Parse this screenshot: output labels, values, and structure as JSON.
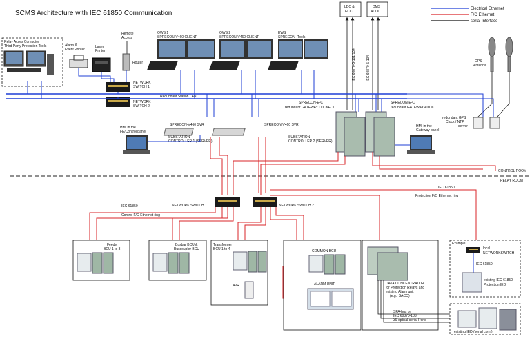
{
  "title": "SCMS Architecture with IEC 61850 Communication",
  "legend": {
    "electrical": "Electrical Ethernet",
    "fo": "F/O Ethernet",
    "serial": "serial Interface"
  },
  "colors": {
    "electrical": "#1f3fd6",
    "fo": "#d9262a",
    "serial": "#111111",
    "device": "#222222",
    "cabinet": "#cdd8cf"
  },
  "top": {
    "relay_access": [
      "Relay Acces Computer",
      "Third Party Protection Tools"
    ],
    "alarm_printer": [
      "Alarm &",
      "Event Printer"
    ],
    "laser_printer": [
      "Laser",
      "Printer"
    ],
    "remote_access": [
      "Remote",
      "Access"
    ],
    "router": "Router",
    "ows1": [
      "OWS 1",
      "SPRECON-V460 CLIENT"
    ],
    "ows2": [
      "OWS 2",
      "SPRECON-V460 CLIENT"
    ],
    "ews": [
      "EWS",
      "SPRECON- Tools"
    ],
    "ldc": [
      "LDC &",
      "ECC"
    ],
    "dms": [
      "DMS",
      "ADDC"
    ],
    "iec101": "IEC 60870-5-101/104",
    "iec104": "IEC 60870-5-104",
    "gps_antenna": [
      "GPS",
      "Antenna"
    ]
  },
  "network": {
    "switch1": [
      "NETWORK",
      "SWITCH 1"
    ],
    "switch2": [
      "NETWORK",
      "SWITCH 2"
    ],
    "lan": "Redundant Station LAN",
    "gw_ldc": [
      "SPRECON-E-C",
      "redundant GATEWAY LDC&ECC"
    ],
    "gw_addc": [
      "SPRECON-E-C",
      "redundant GATEWAY ADDC"
    ],
    "gps_clock": [
      "redundant GPS",
      "Clock / NTP",
      "server"
    ],
    "svr1": "SPRECON-V460 SVR",
    "svr2": "SPRECON-V460 SVR",
    "sc1": [
      "SUBSTATION",
      "CONTROLLER 1 (SERVER)"
    ],
    "sc2": [
      "SUBSTATION",
      "CONTROLLER 2 (SERVER)"
    ],
    "hmi_fe": [
      "HMI in the",
      "FE/Control panel"
    ],
    "hmi_gw": [
      "HMI in the",
      "Gateway panel"
    ],
    "control_room": "CONTROL ROOM",
    "relay_room": "RELAY ROOM"
  },
  "relay": {
    "ns1": "NETWORK SWITCH 1",
    "ns2": "NETWORK SWITCH 2",
    "iec_left": "IEC 61850",
    "ring_left": "Control F/O Ethernet ring",
    "iec_right": "IEC 61850",
    "ring_right": "Protection F/O Ethernet ring",
    "feeder": [
      "Feeder",
      "BCU 1 to 3"
    ],
    "dots": ". . .",
    "busbar": [
      "Busbar BCU &",
      "Buscoupler BCU"
    ],
    "transformer": [
      "Transformer",
      "BCU 1 to 4"
    ],
    "avr": "AVR",
    "common_bcu": "COMMON BCU",
    "alarm_unit": "ALARM UNIT",
    "data_conc": [
      "DATA CONCENTRATOR",
      "for Protection Relays and",
      "existing Alarm unit",
      "(e.g.: SACO)"
    ],
    "spa": [
      "SPA-bus or",
      "IEC 60870-103",
      "39 optical serial Ports"
    ],
    "example": "Example:",
    "local_switch": [
      "local",
      "NETWORKSWITCH"
    ],
    "iec_ex": "IEC 61850",
    "existing_prot": [
      "existing IEC 61850",
      "Protection IED"
    ],
    "existing_serial": "existing IED (serial com.)"
  }
}
